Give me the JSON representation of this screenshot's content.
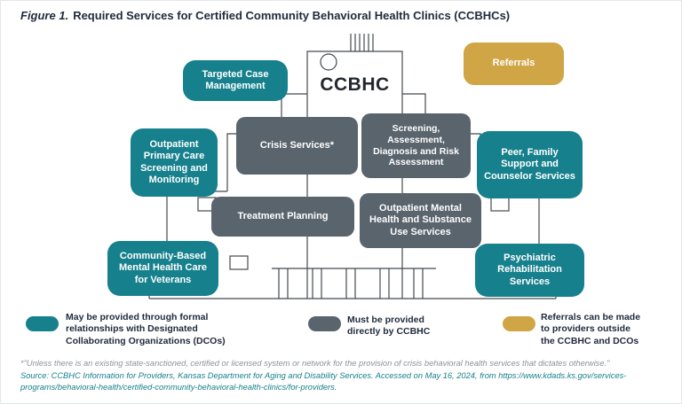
{
  "header": {
    "figure_label": "Figure 1.",
    "title": "Required Services for Certified Community Behavioral Health Clinics (CCBHCs)"
  },
  "building": {
    "label": "CCBHC"
  },
  "nodes": {
    "targeted_case_management": "Targeted Case Management",
    "referrals": "Referrals",
    "crisis_services": "Crisis Services*",
    "screening_assessment": "Screening, Assessment, Diagnosis and Risk Assessment",
    "outpatient_primary_care": "Outpatient Primary Care Screening and Monitoring",
    "peer_family_support": "Peer, Family Support and Counselor Services",
    "treatment_planning": "Treatment Planning",
    "outpatient_mh_su": "Outpatient Mental Health and Substance Use Services",
    "community_veterans": "Community-Based Mental Health Care for Veterans",
    "psychiatric_rehab": "Psychiatric Rehabilitation Services"
  },
  "legend": {
    "dco": "May be provided through formal\nrelationships with Designated\nCollaborating Organizations (DCOs)",
    "ccbhc": "Must be provided\ndirectly by CCBHC",
    "referral": "Referrals can be made\nto providers outside\nthe CCBHC and DCOs"
  },
  "colors": {
    "teal": "#17808D",
    "gray": "#5A646D",
    "gold": "#D0A545",
    "title_navy": "#1f2a3c"
  },
  "footnote": "*\"Unless there is an existing state-sanctioned, certified or licensed system or network for the provision of crisis behavioral health services that dictates otherwise.\"",
  "source": "Source: CCBHC Information for Providers, Kansas Department for Aging and Disability Services. Accessed on May 16, 2024, from https://www.kdads.ks.gov/services-programs/behavioral-health/certified-community-behavioral-health-clinics/for-providers."
}
